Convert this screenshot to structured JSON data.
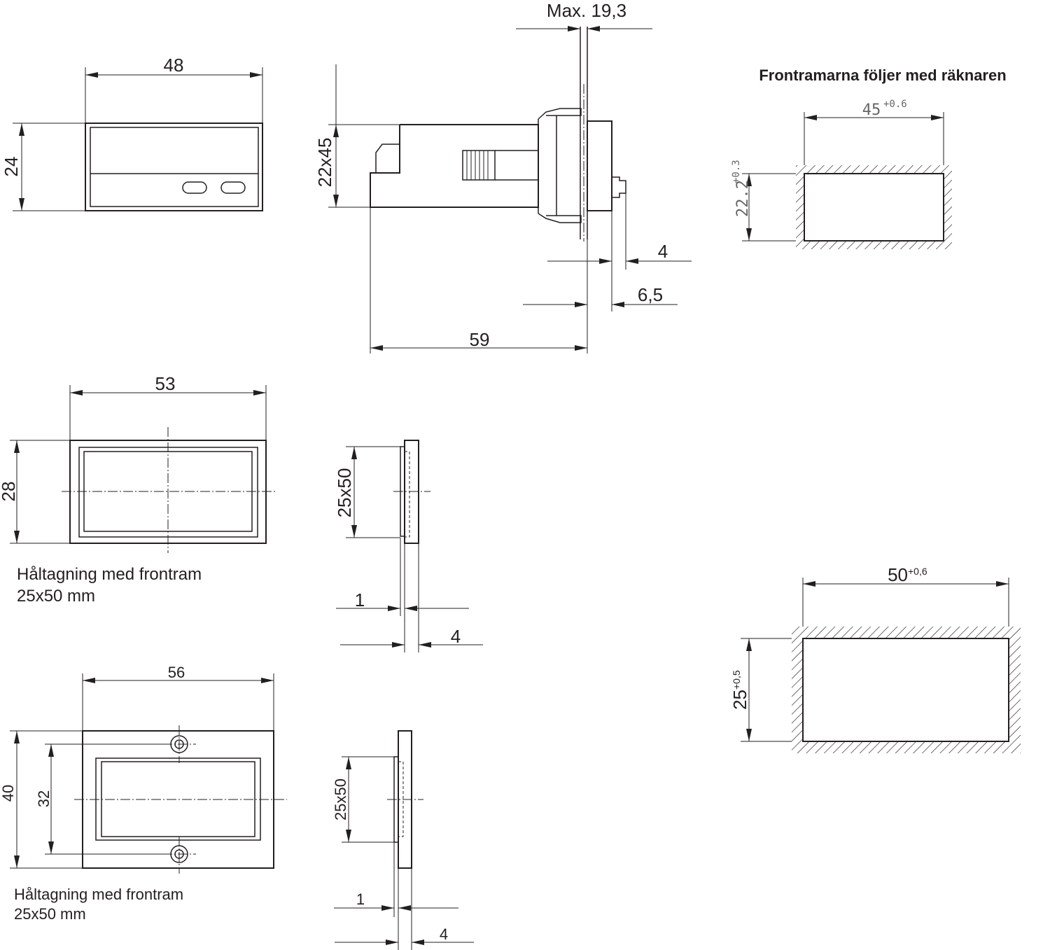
{
  "title": "Frontramarna följer med räknaren",
  "front_view": {
    "width": "48",
    "height": "24"
  },
  "side_view": {
    "max_depth": "Max. 19,3",
    "cutout": "22x45",
    "depth": "59",
    "shaft": "4",
    "collar": "6,5"
  },
  "cutout_45": {
    "width_base": "45",
    "width_tol": "+0.6",
    "height_base": "22.2",
    "height_tol": "+0.3"
  },
  "frame_53": {
    "width": "53",
    "height": "28",
    "side_size": "25x50",
    "thickness_a": "1",
    "thickness_b": "4",
    "note_line1": "Håltagning med frontram",
    "note_line2": "25x50 mm"
  },
  "frame_56": {
    "width": "56",
    "height": "40",
    "hole_spacing": "32",
    "side_size": "25x50",
    "thickness_a": "1",
    "thickness_b": "4",
    "note_line1": "Håltagning med frontram",
    "note_line2": "25x50 mm"
  },
  "cutout_50": {
    "width_base": "50",
    "width_tol": "+0,6",
    "height_base": "25",
    "height_tol": "+0,5"
  }
}
